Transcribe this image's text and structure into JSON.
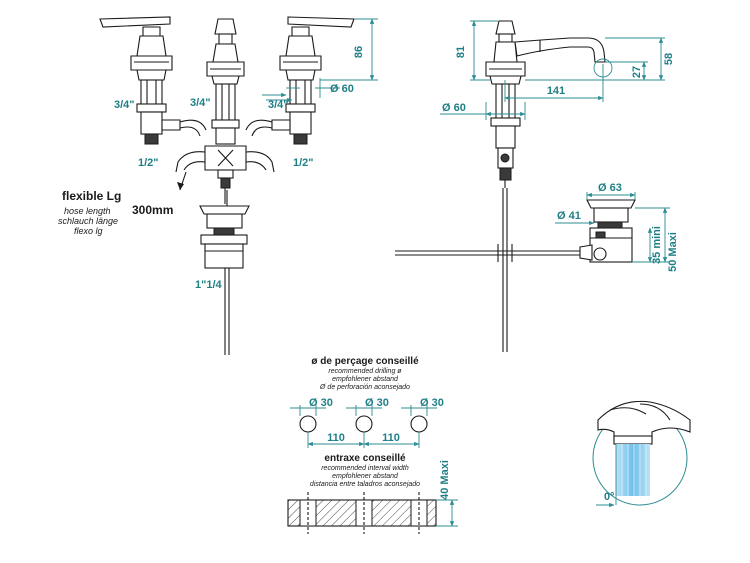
{
  "colors": {
    "line": "#1a1a1a",
    "dimension": "#2c8c92",
    "water": "#7ec8ec"
  },
  "front_view": {
    "thread_left": "3/4\"",
    "thread_center": "3/4\"",
    "thread_right": "3/4\"",
    "half_inch_left": "1/2\"",
    "half_inch_right": "1/2\"",
    "handle_height": "86",
    "diameter": "Ø 60",
    "waste_thread": "1\"1/4"
  },
  "hose": {
    "title": "flexible Lg",
    "line1": "hose length",
    "line2": "schlauch länge",
    "line3": "flexo lg",
    "length": "300mm"
  },
  "side_view": {
    "height": "81",
    "spout_reach": "141",
    "spout_height": "27",
    "spout_total": "58",
    "base_diameter": "Ø 60",
    "waste_top_diameter": "Ø 63",
    "waste_diameter": "Ø 41",
    "min_height": "35 mini",
    "max_height": "50 Maxi"
  },
  "drilling": {
    "title": "ø de perçage conseillé",
    "line1": "recommended drilling ø",
    "line2": "empfohlener abstand",
    "line3": "Ø de perforación aconsejado",
    "hole_d1": "Ø 30",
    "hole_d2": "Ø 30",
    "hole_d3": "Ø 30",
    "spacing1": "110",
    "spacing2": "110"
  },
  "interval": {
    "title": "entraxe conseillé",
    "line1": "recommended interval width",
    "line2": "empfohlener abstand",
    "line3": "distancia entre taladros aconsejado",
    "max_thickness": "40 Maxi"
  },
  "flow": {
    "angle": "0°"
  }
}
